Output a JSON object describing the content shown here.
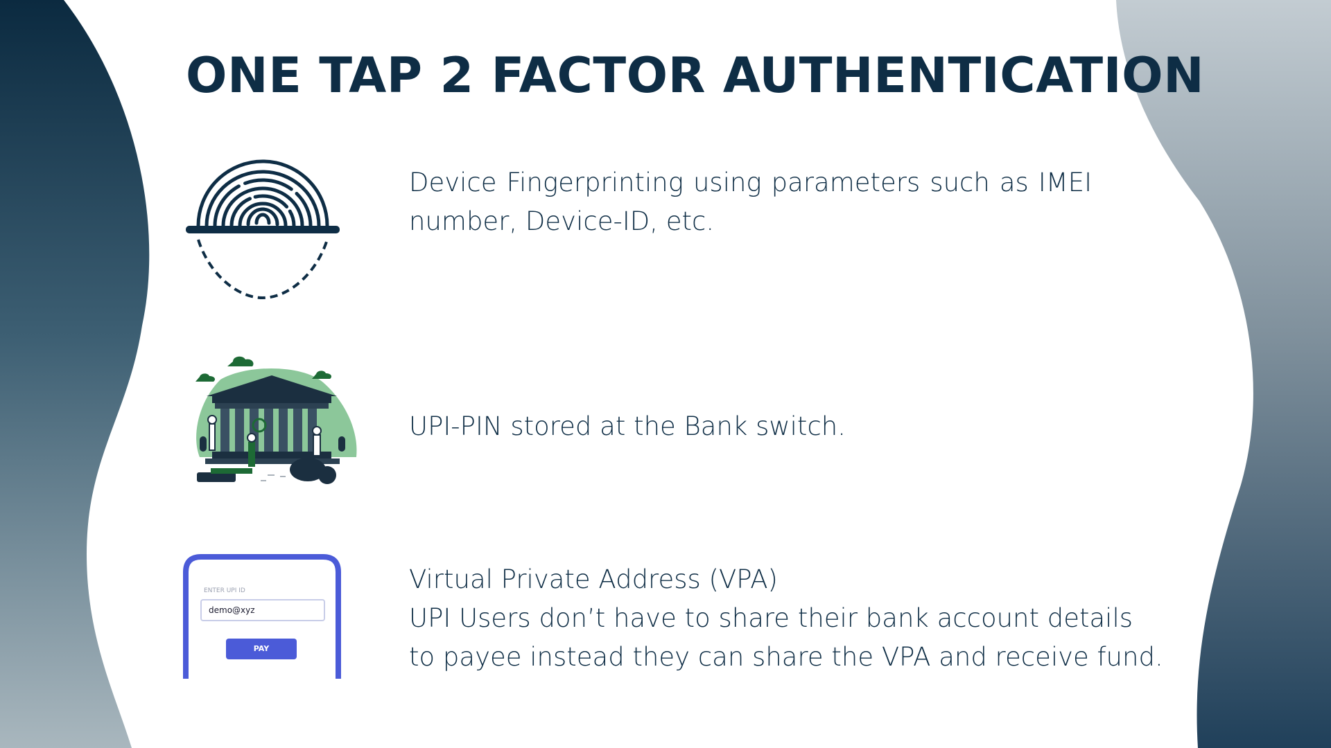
{
  "title": "ONE TAP 2 FACTOR AUTHENTICATION",
  "colors": {
    "navy": "#0e2d45",
    "green": "#1d6a35",
    "light_green": "#7bbf8a",
    "phone_blue": "#4b5bd8"
  },
  "items": [
    {
      "icon": "fingerprint-icon",
      "text": "Device Fingerprinting using parameters such as  IMEI number, Device-ID, etc."
    },
    {
      "icon": "bank-illustration",
      "text": "UPI-PIN stored at the Bank switch."
    },
    {
      "icon": "phone-upi-illustration",
      "lines": [
        "Virtual Private Address (VPA)",
        "UPI Users don’t have to share their bank account details",
        "to payee instead they can share the VPA and receive fund."
      ],
      "phone": {
        "field_label": "ENTER UPI ID",
        "field_value": "demo@xyz",
        "button_label": "PAY"
      }
    }
  ]
}
